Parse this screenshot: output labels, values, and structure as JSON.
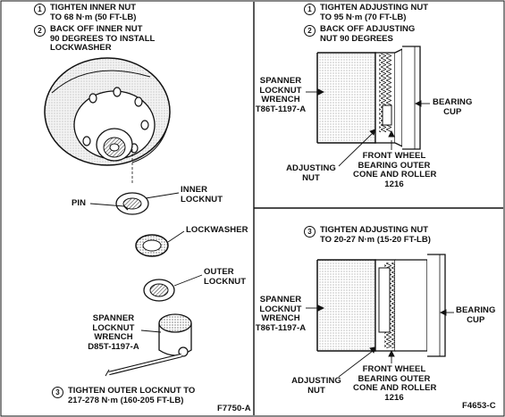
{
  "left_panel": {
    "step1": {
      "num": "1",
      "lines": [
        "TIGHTEN INNER NUT",
        "TO 68 N·m (50 FT-LB)"
      ]
    },
    "step2": {
      "num": "2",
      "lines": [
        "BACK OFF INNER NUT",
        "90 DEGREES TO INSTALL",
        "LOCKWASHER"
      ]
    },
    "labels": {
      "inner_locknut": [
        "INNER",
        "LOCKNUT"
      ],
      "pin": "PIN",
      "lockwasher": "LOCKWASHER",
      "outer_locknut": [
        "OUTER",
        "LOCKNUT"
      ],
      "spanner": [
        "SPANNER",
        "LOCKNUT",
        "WRENCH",
        "D85T-1197-A"
      ]
    },
    "step3": {
      "num": "3",
      "lines": [
        "TIGHTEN OUTER LOCKNUT TO",
        "217-278 N·m (160-205 FT-LB)"
      ]
    },
    "figure_id": "F7750-A"
  },
  "right_top": {
    "step1": {
      "num": "1",
      "lines": [
        "TIGHTEN ADJUSTING NUT",
        "TO 95 N·m (70 FT-LB)"
      ]
    },
    "step2": {
      "num": "2",
      "lines": [
        "BACK OFF ADJUSTING",
        "NUT 90 DEGREES"
      ]
    },
    "labels": {
      "spanner": [
        "SPANNER",
        "LOCKNUT",
        "WRENCH",
        "T86T-1197-A"
      ],
      "bearing_cup": [
        "BEARING",
        "CUP"
      ],
      "adjusting_nut": [
        "ADJUSTING",
        "NUT"
      ],
      "front_wheel": [
        "FRONT WHEEL",
        "BEARING OUTER",
        "CONE AND ROLLER",
        "1216"
      ]
    }
  },
  "right_bottom": {
    "step3": {
      "num": "3",
      "lines": [
        "TIGHTEN ADJUSTING NUT",
        "TO 20-27 N·m (15-20 FT-LB)"
      ]
    },
    "labels": {
      "spanner": [
        "SPANNER",
        "LOCKNUT",
        "WRENCH",
        "T86T-1197-A"
      ],
      "bearing_cup": [
        "BEARING",
        "CUP"
      ],
      "adjusting_nut": [
        "ADJUSTING",
        "NUT"
      ],
      "front_wheel": [
        "FRONT WHEEL",
        "BEARING OUTER",
        "CONE AND ROLLER",
        "1216"
      ]
    },
    "figure_id": "F4653-C"
  }
}
